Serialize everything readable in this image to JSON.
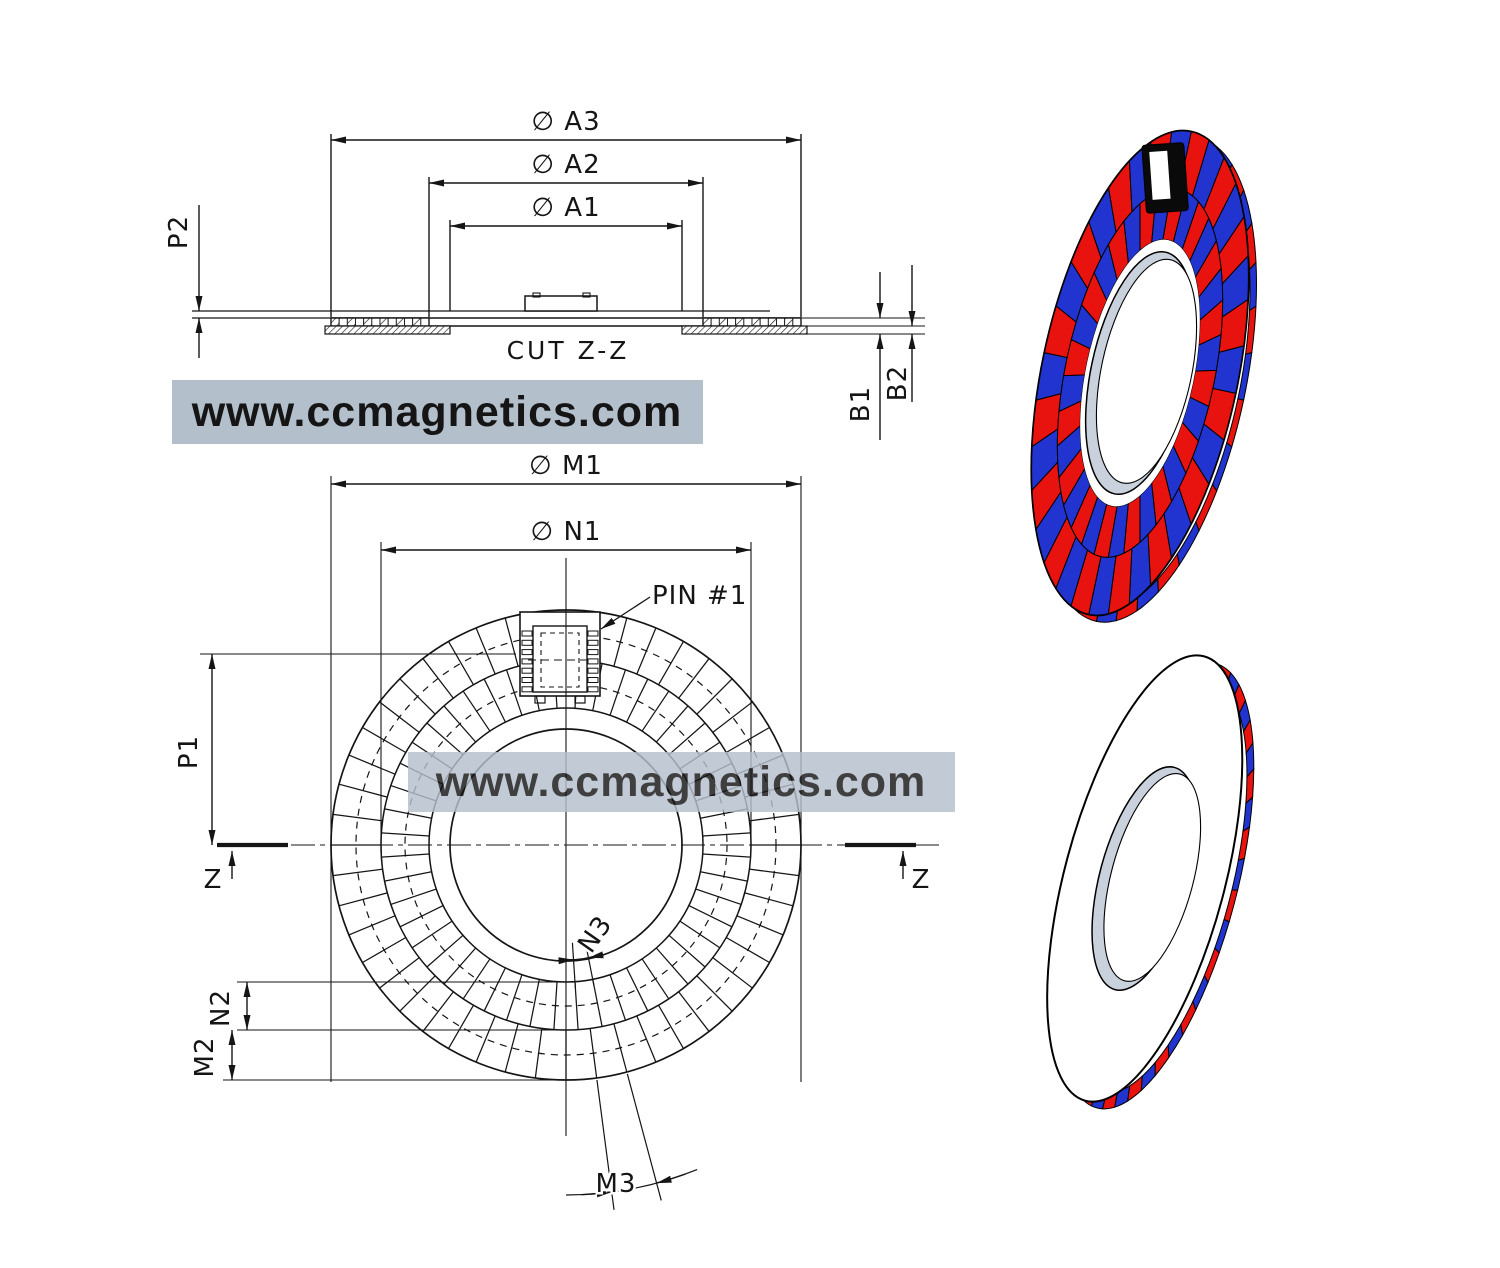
{
  "watermarks": {
    "text": "www.ccmagnetics.com",
    "bg": "#b4bfcc",
    "fg": "#ffffff"
  },
  "cross_section": {
    "labels": {
      "dia_a3": "∅ A3",
      "dia_a2": "∅ A2",
      "dia_a1": "∅ A1",
      "p2": "P2",
      "b1": "B1",
      "b2": "B2",
      "cut_label": "CUT Z-Z"
    }
  },
  "front_view": {
    "labels": {
      "dia_m1": "∅ M1",
      "dia_n1": "∅ N1",
      "pin1": "PIN #1",
      "p1": "P1",
      "z_left": "Z",
      "z_right": "Z",
      "n2": "N2",
      "m2": "M2",
      "n3": "N3",
      "m3": "M3"
    },
    "outer_track_segments": 48,
    "inner_track_segments": 48
  },
  "renders_3d": {
    "pole_red": "#e8120e",
    "pole_blue": "#2134cf",
    "silver": "#c9d1dc",
    "outline": "#000000",
    "front_ring": {
      "outer_segments": 32,
      "inner_segments": 32,
      "rim_segments": 32
    },
    "back_ring": {
      "rim_segments": 44
    }
  }
}
